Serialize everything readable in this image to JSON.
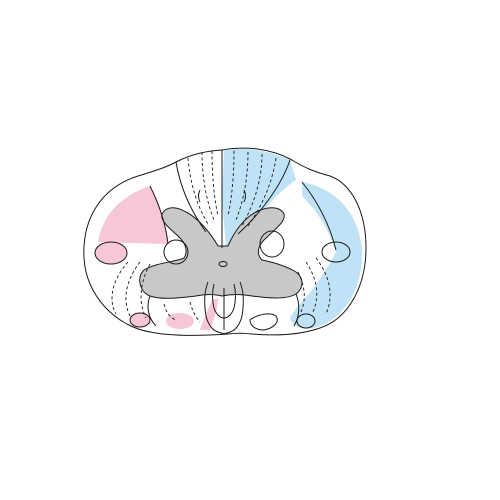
{
  "diagram": {
    "subject": "spinal-cord-cross-section",
    "colors": {
      "background": "#ffffff",
      "outline": "#1a1a1a",
      "grey_matter": "#c8c8c8",
      "left_highlight": "#f7c6d9",
      "right_highlight": "#bfe2f6",
      "white_matter": "#ffffff"
    },
    "highlighted_regions": {
      "left_pink": [
        "lateral-tract-upper",
        "lateral-ellipse",
        "anterolateral-ellipse",
        "anterior-ellipse",
        "anterior-medial-tract"
      ],
      "right_blue": [
        "posterior-column",
        "lateral-tract-band",
        "lateral-small-ellipse"
      ]
    }
  }
}
